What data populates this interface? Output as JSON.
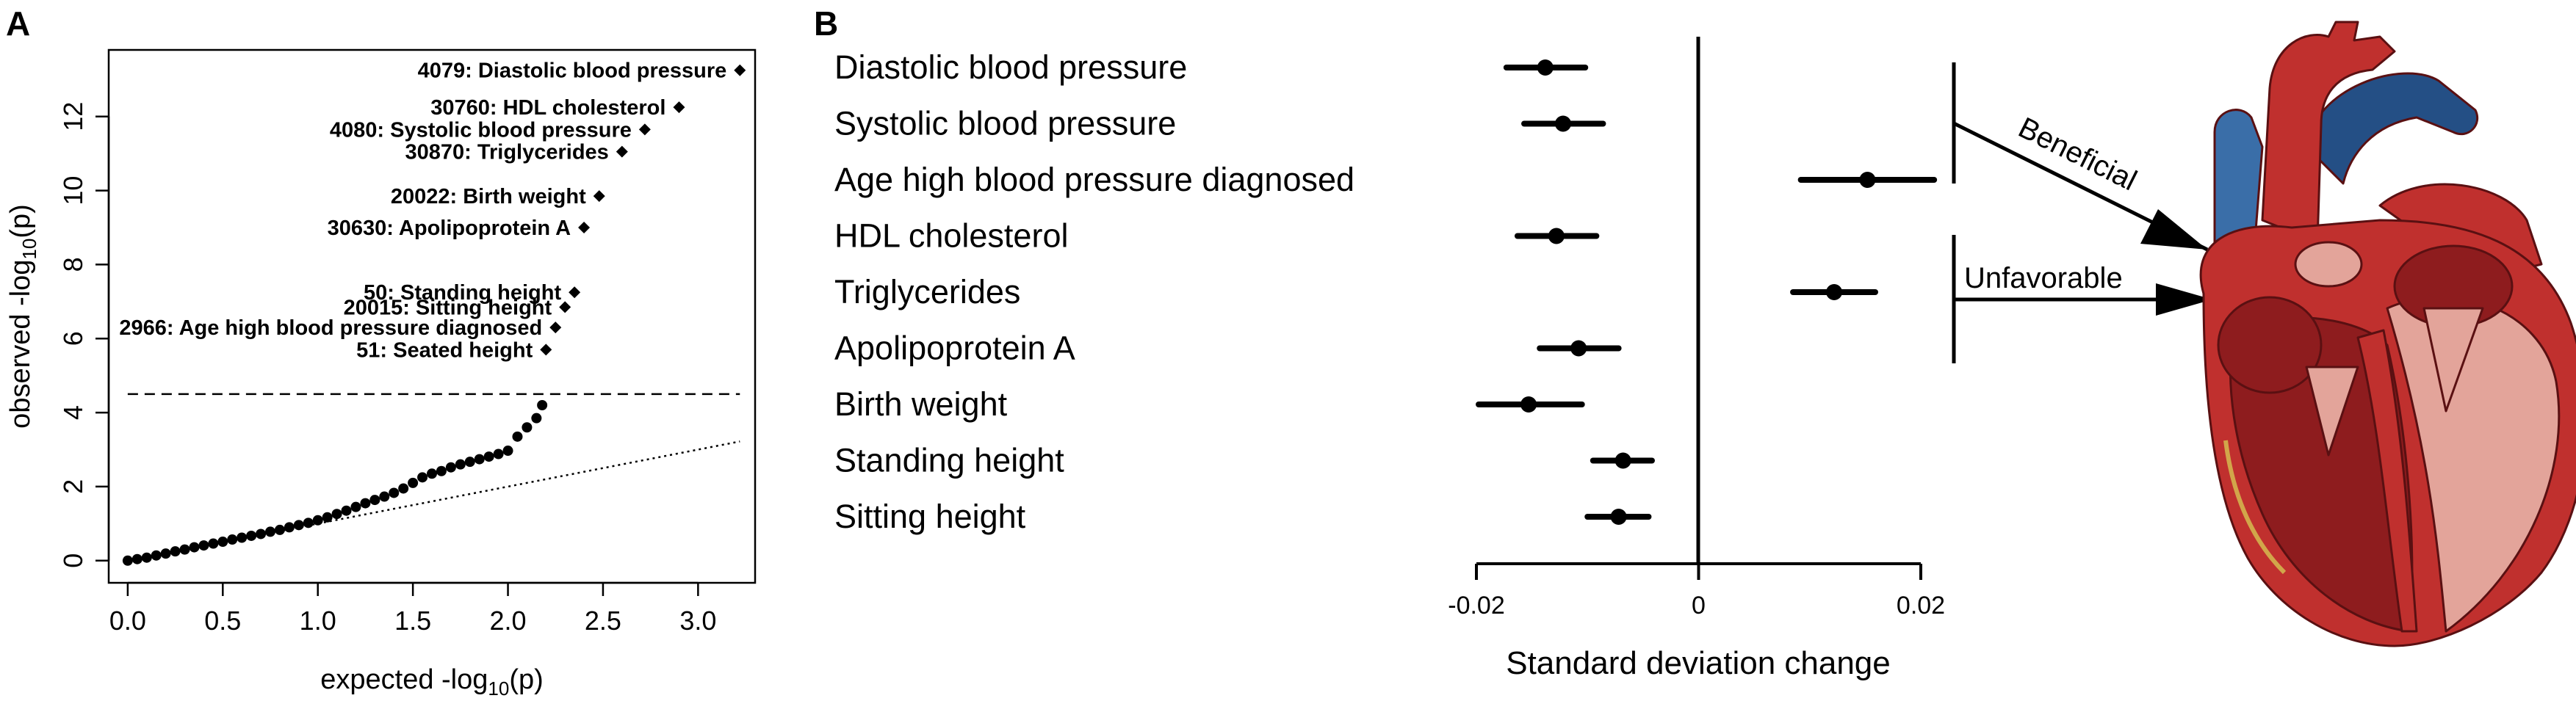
{
  "panel_a": {
    "letter": "A",
    "chart_data": {
      "type": "scatter",
      "xlabel_prefix": "expected -log",
      "xlabel_sub": "10",
      "xlabel_suffix": "(p)",
      "ylabel_prefix": "observed -log",
      "ylabel_sub": "10",
      "ylabel_suffix": "(p)",
      "xlim": [
        -0.1,
        3.3
      ],
      "ylim": [
        -0.6,
        13.8
      ],
      "xticks": [
        0.0,
        0.5,
        1.0,
        1.5,
        2.0,
        2.5,
        3.0
      ],
      "xtick_labels": [
        "0.0",
        "0.5",
        "1.0",
        "1.5",
        "2.0",
        "2.5",
        "3.0"
      ],
      "yticks": [
        0,
        2,
        4,
        6,
        8,
        10,
        12
      ],
      "ytick_labels": [
        "0",
        "2",
        "4",
        "6",
        "8",
        "10",
        "12"
      ],
      "significance_threshold": 4.5,
      "null_line_slope": 1.0,
      "bulk_points": [
        [
          0.0,
          0.0
        ],
        [
          0.05,
          0.04
        ],
        [
          0.1,
          0.08
        ],
        [
          0.15,
          0.14
        ],
        [
          0.2,
          0.19
        ],
        [
          0.25,
          0.25
        ],
        [
          0.3,
          0.3
        ],
        [
          0.35,
          0.36
        ],
        [
          0.4,
          0.41
        ],
        [
          0.45,
          0.46
        ],
        [
          0.5,
          0.51
        ],
        [
          0.55,
          0.57
        ],
        [
          0.6,
          0.62
        ],
        [
          0.65,
          0.67
        ],
        [
          0.7,
          0.72
        ],
        [
          0.75,
          0.78
        ],
        [
          0.8,
          0.83
        ],
        [
          0.85,
          0.9
        ],
        [
          0.9,
          0.96
        ],
        [
          0.95,
          1.02
        ],
        [
          1.0,
          1.09
        ],
        [
          1.05,
          1.17
        ],
        [
          1.1,
          1.26
        ],
        [
          1.15,
          1.35
        ],
        [
          1.2,
          1.45
        ],
        [
          1.25,
          1.55
        ],
        [
          1.3,
          1.64
        ],
        [
          1.35,
          1.73
        ],
        [
          1.4,
          1.83
        ],
        [
          1.45,
          1.95
        ],
        [
          1.5,
          2.1
        ],
        [
          1.55,
          2.25
        ],
        [
          1.6,
          2.35
        ],
        [
          1.65,
          2.42
        ],
        [
          1.7,
          2.52
        ],
        [
          1.75,
          2.6
        ],
        [
          1.8,
          2.67
        ],
        [
          1.85,
          2.74
        ],
        [
          1.9,
          2.81
        ],
        [
          1.95,
          2.88
        ],
        [
          2.0,
          2.97
        ],
        [
          2.05,
          3.35
        ],
        [
          2.1,
          3.6
        ],
        [
          2.15,
          3.85
        ],
        [
          2.18,
          4.2
        ]
      ],
      "labeled_points": [
        {
          "label": "4079: Diastolic blood pressure",
          "x": 3.22,
          "y": 13.25
        },
        {
          "label": "30760: HDL cholesterol",
          "x": 2.9,
          "y": 12.25
        },
        {
          "label": "4080: Systolic blood pressure",
          "x": 2.72,
          "y": 11.65
        },
        {
          "label": "30870: Triglycerides",
          "x": 2.6,
          "y": 11.05
        },
        {
          "label": "20022: Birth weight",
          "x": 2.48,
          "y": 9.85
        },
        {
          "label": "30630: Apolipoprotein A",
          "x": 2.4,
          "y": 9.0
        },
        {
          "label": "50: Standing height",
          "x": 2.35,
          "y": 7.25
        },
        {
          "label": "20015: Sitting height",
          "x": 2.3,
          "y": 6.85
        },
        {
          "label": "2966: Age high blood pressure diagnosed",
          "x": 2.25,
          "y": 6.3
        },
        {
          "label": "51: Seated height",
          "x": 2.2,
          "y": 5.7
        }
      ]
    }
  },
  "panel_b": {
    "letter": "B",
    "chart_data": {
      "type": "forest",
      "xlabel": "Standard deviation change",
      "xlim": [
        -0.02,
        0.02
      ],
      "xticks": [
        -0.02,
        0.0,
        0.02
      ],
      "xtick_labels": [
        "-0.02",
        "0",
        "0.02"
      ],
      "traits": [
        {
          "name": "Diastolic blood pressure",
          "estimate": -0.0138,
          "lo": -0.0173,
          "hi": -0.0102
        },
        {
          "name": "Systolic blood pressure",
          "estimate": -0.0122,
          "lo": -0.0157,
          "hi": -0.0086
        },
        {
          "name": "Age high blood pressure diagnosed",
          "estimate": 0.0152,
          "lo": 0.0092,
          "hi": 0.0212
        },
        {
          "name": "HDL cholesterol",
          "estimate": -0.0128,
          "lo": -0.0163,
          "hi": -0.0092
        },
        {
          "name": "Triglycerides",
          "estimate": 0.0122,
          "lo": 0.0085,
          "hi": 0.0159
        },
        {
          "name": "Apolipoprotein A",
          "estimate": -0.0108,
          "lo": -0.0143,
          "hi": -0.0072
        },
        {
          "name": "Birth weight",
          "estimate": -0.0153,
          "lo": -0.0198,
          "hi": -0.0105
        },
        {
          "name": "Standing height",
          "estimate": -0.0068,
          "lo": -0.0095,
          "hi": -0.0042
        },
        {
          "name": "Sitting height",
          "estimate": -0.0072,
          "lo": -0.01,
          "hi": -0.0045
        }
      ]
    },
    "annotations": {
      "beneficial": "Beneficial",
      "unfavorable": "Unfavorable"
    },
    "colors": {
      "heart_red": "#c0302e",
      "heart_dark_red": "#8e1c1e",
      "heart_light": "#e3a49a",
      "vessel_blue": "#3a6ea8",
      "vessel_dark_blue": "#244f85"
    }
  }
}
